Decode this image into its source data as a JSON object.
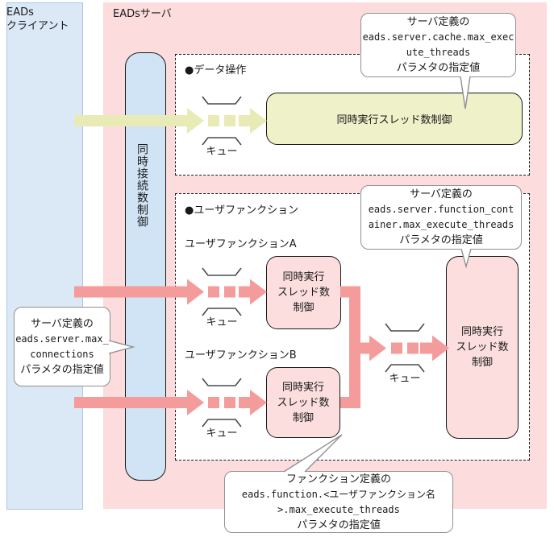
{
  "colors": {
    "client_fill": "#dbe9f7",
    "client_border": "#a9c7e2",
    "server_fill": "#fcdcdc",
    "bar_fill": "#d0e4f5",
    "yellow_arrow": "#e8ebb5",
    "yellow_box_fill": "#eff1c9",
    "pink_arrow": "#f49b9b",
    "pink_box_fill": "#fcdede",
    "callout_border": "#909090",
    "bracket_stroke": "#4a4a4a"
  },
  "client": {
    "title": [
      "EADs",
      "クライアント"
    ]
  },
  "server": {
    "title": "EADsサーバ"
  },
  "connection_bar": {
    "label": "同時接続数制御"
  },
  "sections": {
    "data_ops": {
      "title": "●データ操作"
    },
    "user_functions": {
      "title": "●ユーザファンクション",
      "function_a_label": "ユーザファンクションA",
      "function_b_label": "ユーザファンクションB"
    }
  },
  "boxes": {
    "cache_thread_control": {
      "label": "同時実行スレッド数制御"
    },
    "function_a": {
      "lines": [
        "同時実行",
        "スレッド数",
        "制御"
      ]
    },
    "function_b": {
      "lines": [
        "同時実行",
        "スレッド数",
        "制御"
      ]
    },
    "container": {
      "lines": [
        "同時実行",
        "スレッド数",
        "制御"
      ]
    }
  },
  "queues": {
    "data_ops": "キュー",
    "function_a": "キュー",
    "function_b": "キュー",
    "merge": "キュー"
  },
  "callouts": {
    "cache": {
      "lines": [
        "サーバ定義の",
        "eads.server.cache.max_exec",
        "ute_threads",
        "パラメタの指定値"
      ]
    },
    "max_connections": {
      "lines": [
        "サーバ定義の",
        "eads.server.max_",
        "connections",
        "パラメタの指定値"
      ]
    },
    "function_container": {
      "lines": [
        "サーバ定義の",
        "eads.server.function_cont",
        "ainer.max_execute_threads",
        "パラメタの指定値"
      ]
    },
    "function_definition": {
      "lines": [
        "ファンクション定義の",
        "eads.function.<ユーザファンクション名",
        ">.max_execute_threads",
        "パラメタの指定値"
      ]
    }
  }
}
